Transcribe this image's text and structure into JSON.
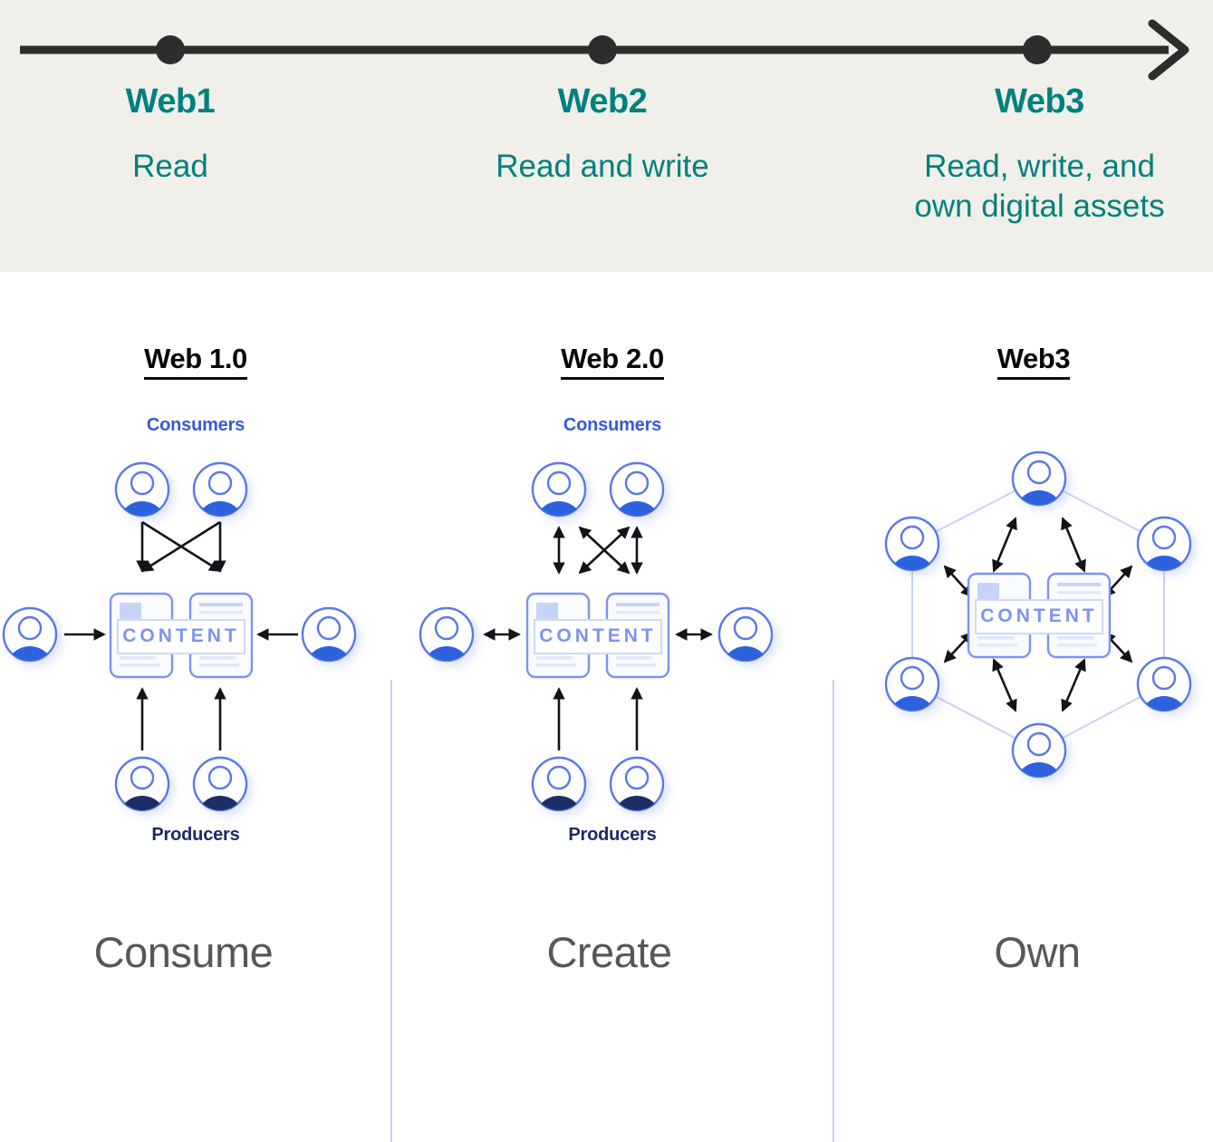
{
  "colors": {
    "header_bg": "#f0efe9",
    "teal": "#00807d",
    "timeline_dark": "#2d2d2d",
    "consumer_blue": "#3759d8",
    "producer_navy": "#1b2c66",
    "avatar_blue": "#2f62dd",
    "avatar_navy": "#1c2f66",
    "content_border": "#7d93ef",
    "divider": "#c9cdf0",
    "caption_gray": "#575757",
    "title_black": "#07070a"
  },
  "timeline": {
    "axis_icon": "arrow-right-icon",
    "stops": [
      {
        "title": "Web1",
        "subtitle": "Read"
      },
      {
        "title": "Web2",
        "subtitle": "Read and write"
      },
      {
        "title": "Web3",
        "subtitle": "Read, write, and\nown digital assets"
      }
    ]
  },
  "panels": [
    {
      "id": "web1",
      "title": "Web 1.0",
      "consumers_label": "Consumers",
      "producers_label": "Producers",
      "content_label": "CONTENT",
      "caption": "Consume",
      "flow": "one-way",
      "avatar_count": 6
    },
    {
      "id": "web2",
      "title": "Web 2.0",
      "consumers_label": "Consumers",
      "producers_label": "Producers",
      "content_label": "CONTENT",
      "caption": "Create",
      "flow": "two-way",
      "avatar_count": 6
    },
    {
      "id": "web3",
      "title": "Web3",
      "consumers_label": "",
      "producers_label": "",
      "content_label": "CONTENT",
      "caption": "Own",
      "flow": "peer-to-peer-hexagon",
      "avatar_count": 6
    }
  ],
  "chart_data": {
    "type": "diagram",
    "title": "Evolution of the Web: Web1 to Web3",
    "stages": [
      {
        "name": "Web1",
        "capability": "Read",
        "diagram_title": "Web 1.0",
        "role": "Consume",
        "topology": "centralized",
        "consumers": 2,
        "producers": 2,
        "side_users": 2,
        "arrows": "unidirectional"
      },
      {
        "name": "Web2",
        "capability": "Read and write",
        "diagram_title": "Web 2.0",
        "role": "Create",
        "topology": "centralized",
        "consumers": 2,
        "producers": 2,
        "side_users": 2,
        "arrows": "bidirectional"
      },
      {
        "name": "Web3",
        "capability": "Read, write, and own digital assets",
        "diagram_title": "Web3",
        "role": "Own",
        "topology": "decentralized-hexagon",
        "nodes": 6,
        "arrows": "bidirectional"
      }
    ]
  }
}
